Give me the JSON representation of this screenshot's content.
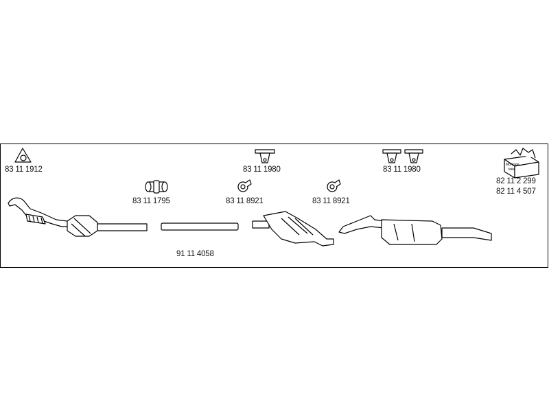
{
  "parts": {
    "gasket": "83 11 1912",
    "hanger_mid": "83 11 1980",
    "hanger_rear": "83 11 1980",
    "mounting_kit_line1": "82 11 2 299",
    "mounting_kit_line2": "82 11 4 507",
    "mounting_kit_box_text": "Montage-\nteile",
    "sleeve_clamp": "83 11 1795",
    "clamp_mid": "83 11 8921",
    "clamp_rear": "83 11 8921",
    "pipe": "91 11 4058"
  }
}
